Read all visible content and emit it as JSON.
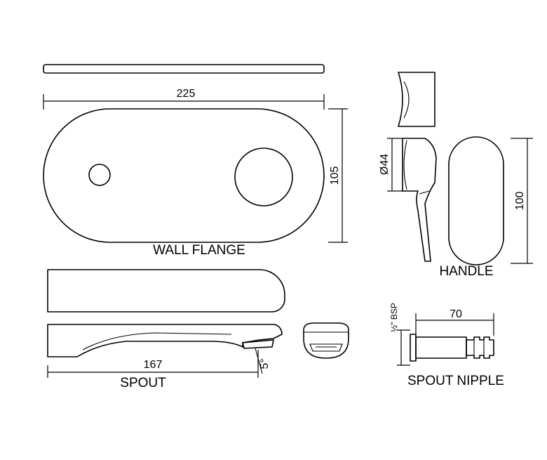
{
  "labels": {
    "wall_flange": "WALL FLANGE",
    "handle": "HANDLE",
    "spout": "SPOUT",
    "spout_nipple": "SPOUT NIPPLE"
  },
  "dimensions": {
    "flange_width": "225",
    "flange_height": "105",
    "handle_diameter": "Ø44",
    "handle_height": "100",
    "spout_length": "167",
    "spout_angle": "5°",
    "nipple_length": "70",
    "nipple_thread": "½\" BSP"
  }
}
